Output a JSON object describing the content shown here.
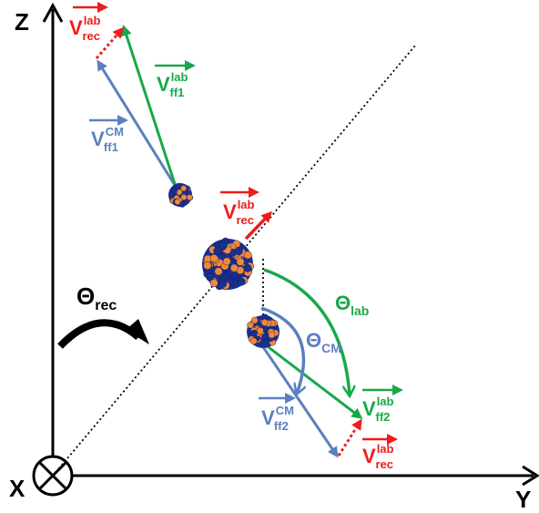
{
  "axes": {
    "z_label": "Z",
    "y_label": "Y",
    "x_label": "X"
  },
  "labels": {
    "v_rec_lab_top": {
      "main": "V",
      "sup": "lab",
      "sub": "rec"
    },
    "v_ff1_lab": {
      "main": "V",
      "sup": "lab",
      "sub": "ff1"
    },
    "v_ff1_cm": {
      "main": "V",
      "sup": "CM",
      "sub": "ff1"
    },
    "v_rec_lab_mid": {
      "main": "V",
      "sup": "lab",
      "sub": "rec"
    },
    "theta_rec": {
      "main": "Θ",
      "sub": "rec"
    },
    "theta_lab": {
      "main": "Θ",
      "sub": "lab"
    },
    "theta_cm": {
      "main": "Θ",
      "sub": "CM"
    },
    "v_ff2_cm": {
      "main": "V",
      "sup": "CM",
      "sub": "ff2"
    },
    "v_ff2_lab": {
      "main": "V",
      "sup": "lab",
      "sub": "ff2"
    },
    "v_rec_lab_bottom": {
      "main": "V",
      "sup": "lab",
      "sub": "rec"
    }
  },
  "colors": {
    "red": "#ee1c1c",
    "green": "#18a84a",
    "blue": "#5b80c0",
    "black": "#000000",
    "nucleus_blue": "#1a2f8e",
    "nucleus_orange": "#f0883c"
  }
}
